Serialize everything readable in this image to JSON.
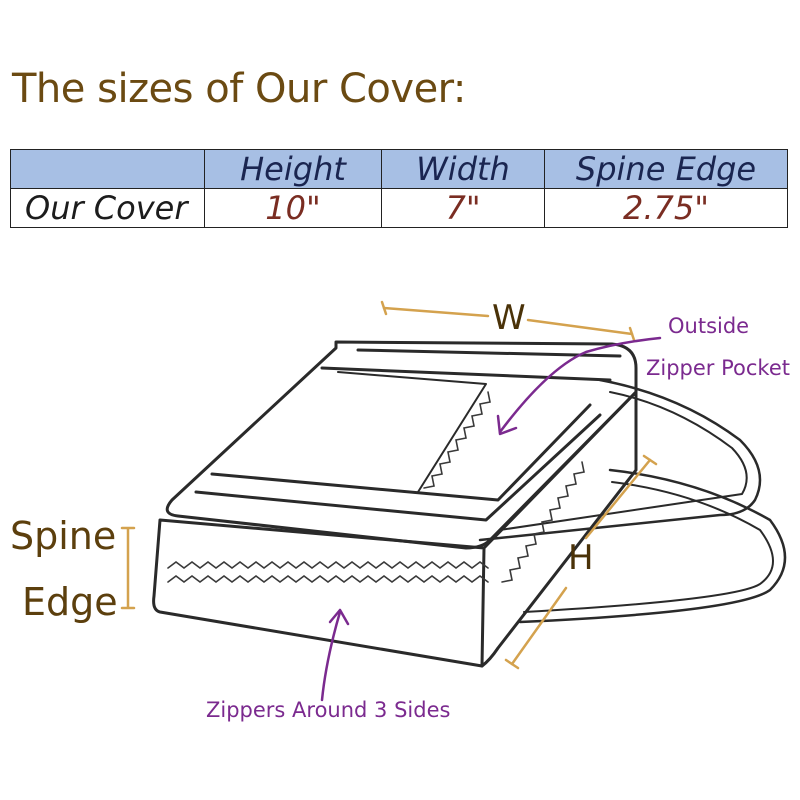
{
  "title": "The sizes of Our  Cover:",
  "table": {
    "headers": [
      "",
      "Height",
      "Width",
      "Spine Edge"
    ],
    "row": {
      "label": "Our Cover",
      "values": [
        "10\"",
        "7\"",
        "2.75\""
      ]
    }
  },
  "diagram": {
    "width_label": "W",
    "height_label": "H",
    "spine_label_line1": "Spine",
    "spine_label_line2": "Edge",
    "pocket_label_line1": "Outside",
    "pocket_label_line2": "Zipper Pocket",
    "zipper_label": "Zippers Around 3 Sides"
  },
  "colors": {
    "title": "#6b4a12",
    "header_bg": "#a7bfe4",
    "value_text": "#7a2d22",
    "annotation": "#7b2a8f",
    "dimension_line": "#d4a24e"
  }
}
